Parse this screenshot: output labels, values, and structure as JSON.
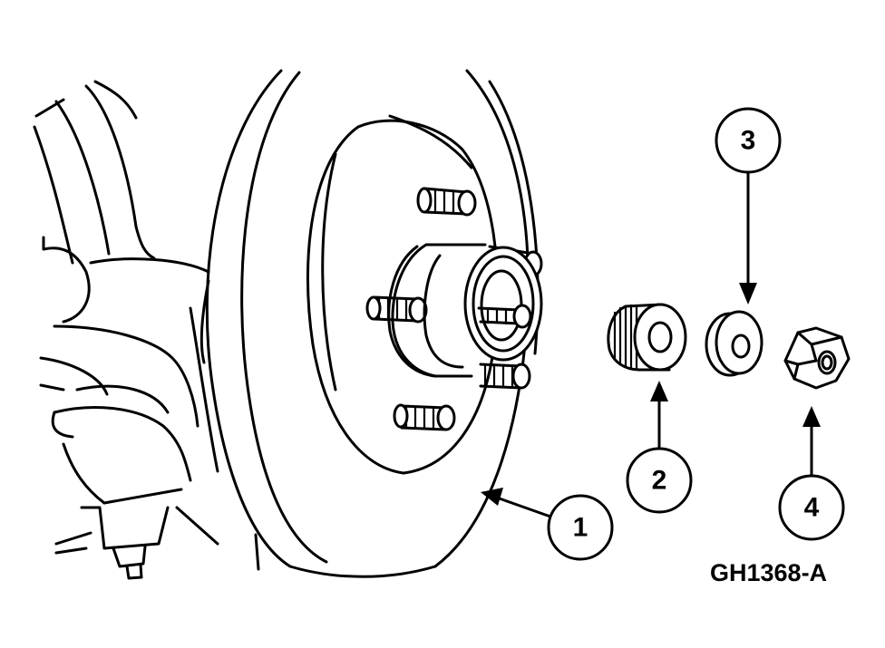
{
  "figure_id": "GH1368-A",
  "callouts": [
    {
      "number": "1",
      "part": "brake-rotor"
    },
    {
      "number": "2",
      "part": "bearing"
    },
    {
      "number": "3",
      "part": "washer"
    },
    {
      "number": "4",
      "part": "nut"
    }
  ],
  "colors": {
    "line": "#000000",
    "background": "#ffffff"
  }
}
